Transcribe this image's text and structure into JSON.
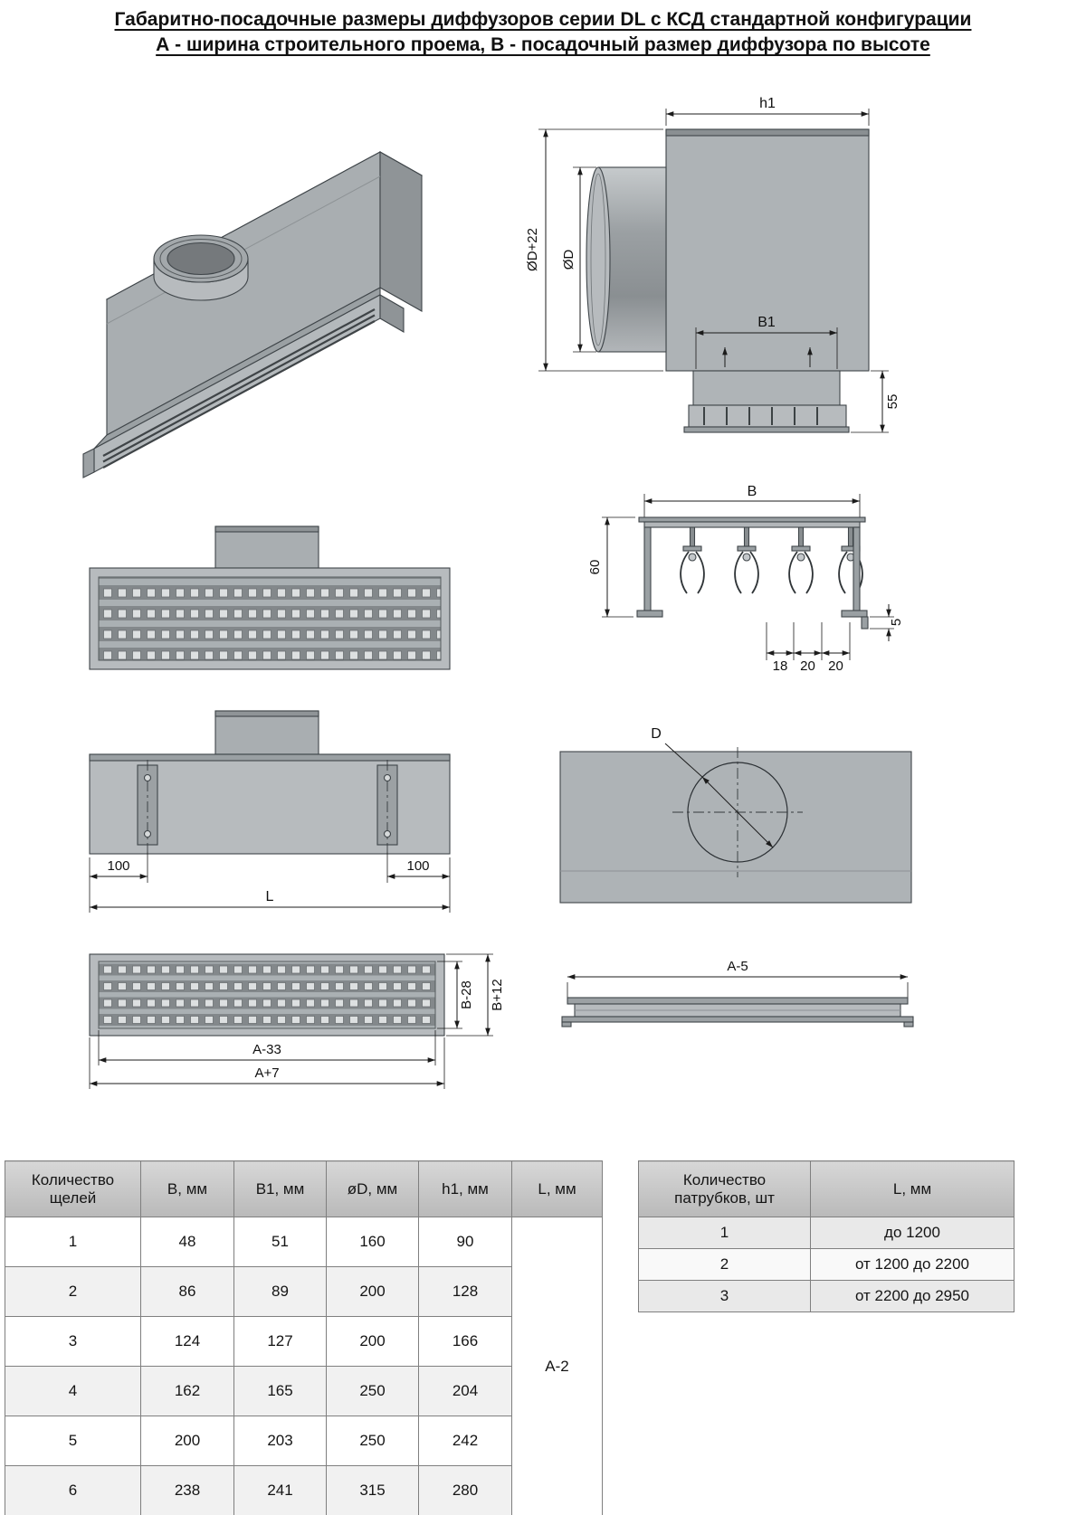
{
  "title": {
    "line1": "Габаритно-посадочные размеры диффузоров серии DL с КСД стандартной конфигурации",
    "line2": "А - ширина строительного проема, В - посадочный размер диффузора по высоте"
  },
  "dimensions": {
    "h1": "h1",
    "od_plus_22": "ØD+22",
    "od": "ØD",
    "b1": "B1",
    "h55": "55",
    "b": "B",
    "h60": "60",
    "lip5": "5",
    "s18": "18",
    "s20": "20",
    "off100": "100",
    "len": "L",
    "dia": "D",
    "b_minus_28": "B-28",
    "b_plus_12": "B+12",
    "a_minus_33": "A-33",
    "a_plus_7": "A+7",
    "a_minus_5": "A-5"
  },
  "slots_table": {
    "headers": {
      "slots": "Количество\nщелей",
      "b": "B, мм",
      "b1": "B1, мм",
      "od": "øD, мм",
      "h1": "h1, мм",
      "l": "L, мм"
    },
    "rows": [
      {
        "slots": "1",
        "b": "48",
        "b1": "51",
        "od": "160",
        "h1": "90"
      },
      {
        "slots": "2",
        "b": "86",
        "b1": "89",
        "od": "200",
        "h1": "128"
      },
      {
        "slots": "3",
        "b": "124",
        "b1": "127",
        "od": "200",
        "h1": "166"
      },
      {
        "slots": "4",
        "b": "162",
        "b1": "165",
        "od": "250",
        "h1": "204"
      },
      {
        "slots": "5",
        "b": "200",
        "b1": "203",
        "od": "250",
        "h1": "242"
      },
      {
        "slots": "6",
        "b": "238",
        "b1": "241",
        "od": "315",
        "h1": "280"
      }
    ],
    "l_value": "A-2"
  },
  "branches_table": {
    "headers": {
      "count": "Количество\nпатрубков, шт",
      "l": "L, мм"
    },
    "rows": [
      {
        "count": "1",
        "l": "до 1200"
      },
      {
        "count": "2",
        "l": "от 1200 до 2200"
      },
      {
        "count": "3",
        "l": "от 2200 до 2950"
      }
    ]
  }
}
